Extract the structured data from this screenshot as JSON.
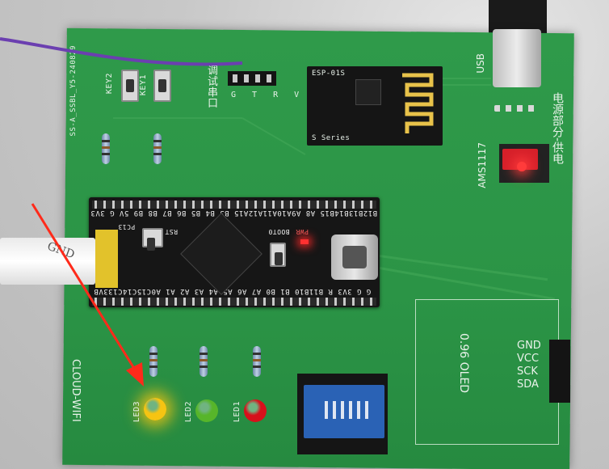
{
  "scene": {
    "type": "pcb-photo",
    "annotation_color": "#ff2a1a",
    "board_color": "#2b9446"
  },
  "labels": {
    "esp_title": "ESP-01S",
    "esp_series": "S Series",
    "usb": "USB",
    "power_cn": "电源部分-供电",
    "ams": "AMS1117",
    "serial_cn": "调试串口",
    "serial_pins": "G T R V",
    "key2": "KEY2",
    "key1": "KEY1",
    "board_id": "SS-A_SSBL_Y5-240829",
    "pin_top": "B12B13B14B15 A8 A9A10A11A12A15 B3 B4 B5 B6 B7 B8 B9 5V G 3V3",
    "pin_bottom": "G G 3V3 R B11B10 B1 B0 A7 A6 A5 A4 A3 A2 A1 A0C15C14C133VB",
    "pc13": "PC13",
    "rst": "RST",
    "boot0": "BOOT0",
    "pwr": "PWR",
    "oled": "0.96 OLED",
    "oled_pins": [
      "GND",
      "VCC",
      "SCK",
      "SDA"
    ],
    "cloud": "CLOUD-WIFI",
    "led1": "LED1",
    "led2": "LED2",
    "led3": "LED3",
    "gnd_tag": "GND"
  },
  "leds": [
    {
      "name": "LED1",
      "color": "#d7111b",
      "lit": false
    },
    {
      "name": "LED2",
      "color": "#57b52a",
      "lit": false
    },
    {
      "name": "LED3",
      "color": "#f6c412",
      "lit": true
    }
  ]
}
